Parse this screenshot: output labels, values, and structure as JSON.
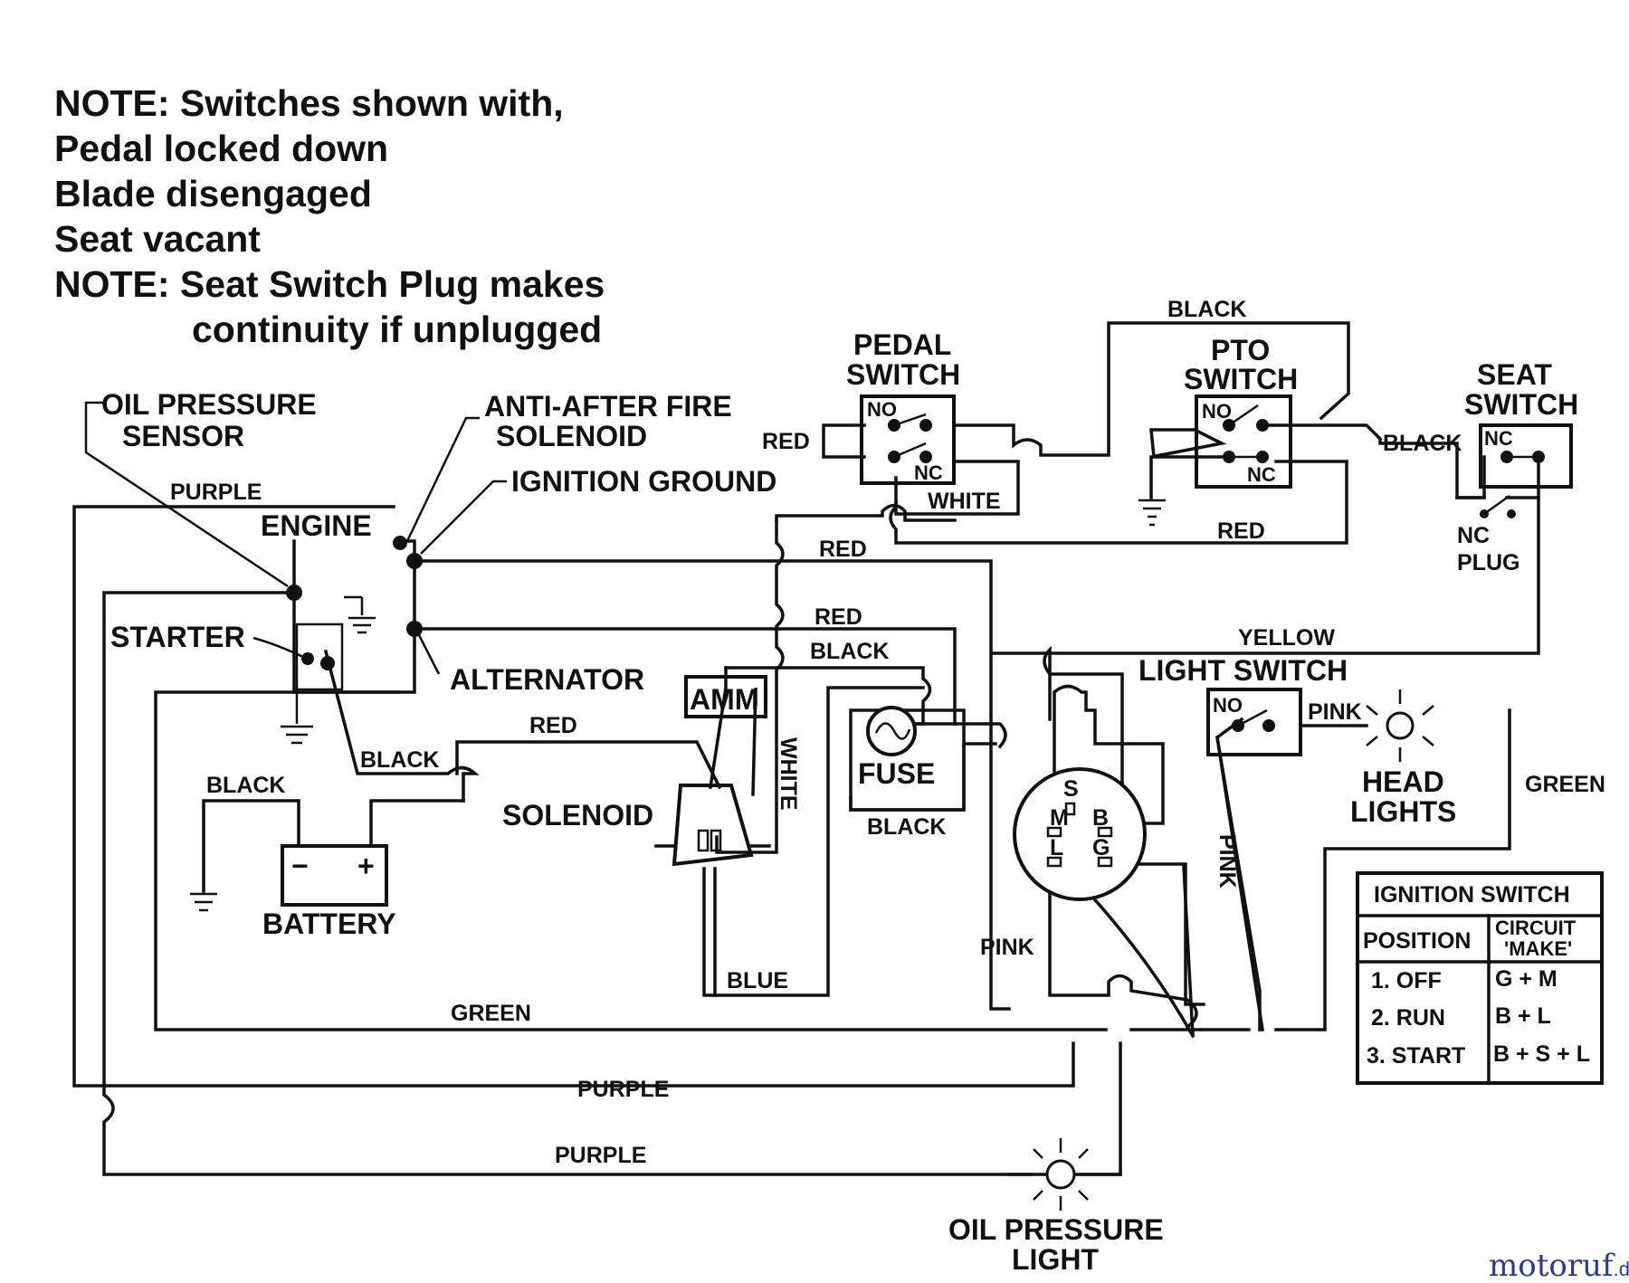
{
  "notes": [
    "NOTE: Switches shown with,",
    "Pedal locked down",
    "Blade disengaged",
    "Seat vacant",
    "NOTE: Seat Switch Plug makes",
    "continuity if unplugged"
  ],
  "components": {
    "oil_pressure_sensor": [
      "OIL PRESSURE",
      "SENSOR"
    ],
    "anti_after_fire": [
      "ANTI-AFTER FIRE",
      "SOLENOID"
    ],
    "ignition_ground": "IGNITION GROUND",
    "engine": "ENGINE",
    "starter": "STARTER",
    "alternator": "ALTERNATOR",
    "amm": "AMM",
    "solenoid": "SOLENOID",
    "battery": "BATTERY",
    "fuse": "FUSE",
    "pedal_switch": [
      "PEDAL",
      "SWITCH"
    ],
    "pto_switch": [
      "PTO",
      "SWITCH"
    ],
    "seat_switch": [
      "SEAT",
      "SWITCH"
    ],
    "light_switch": "LIGHT SWITCH",
    "head_lights": [
      "HEAD",
      "LIGHTS"
    ],
    "oil_pressure_light": [
      "OIL PRESSURE",
      "LIGHT"
    ],
    "nc_plug": [
      "NC",
      "PLUG"
    ]
  },
  "contacts": {
    "no": "NO",
    "nc": "NC",
    "ign_s": "S",
    "ign_m": "M",
    "ign_l": "L",
    "ign_b": "B",
    "ign_g": "G",
    "batt_neg": "−",
    "batt_pos": "+"
  },
  "wire_labels": {
    "purple_top": "PURPLE",
    "black_starter": "BLACK",
    "black_batt": "BLACK",
    "red_solenoid": "RED",
    "red_1": "RED",
    "red_2": "RED",
    "black_mid": "BLACK",
    "white_vertical": "WHITE",
    "blue": "BLUE",
    "black_fuse": "BLACK",
    "red_pedal": "RED",
    "white_pedal": "WHITE",
    "black_top": "BLACK",
    "black_seat": "BLACK",
    "red_pto": "RED",
    "yellow": "YELLOW",
    "pink_light": "PINK",
    "pink_vertical": "PINK",
    "pink_ign": "PINK",
    "green_right": "GREEN",
    "green_bottom": "GREEN",
    "purple_1": "PURPLE",
    "purple_2": "PURPLE"
  },
  "ignition_table": {
    "title": "IGNITION SWITCH",
    "headers": [
      "POSITION",
      [
        "CIRCUIT",
        "'MAKE'"
      ]
    ],
    "rows": [
      {
        "position": "1.  OFF",
        "circuit": "G + M"
      },
      {
        "position": "2.  RUN",
        "circuit": "B  + L"
      },
      {
        "position": "3. START",
        "circuit": "B + S + L"
      }
    ]
  },
  "watermark": {
    "part1": "motoruf",
    "part2": ".de"
  }
}
